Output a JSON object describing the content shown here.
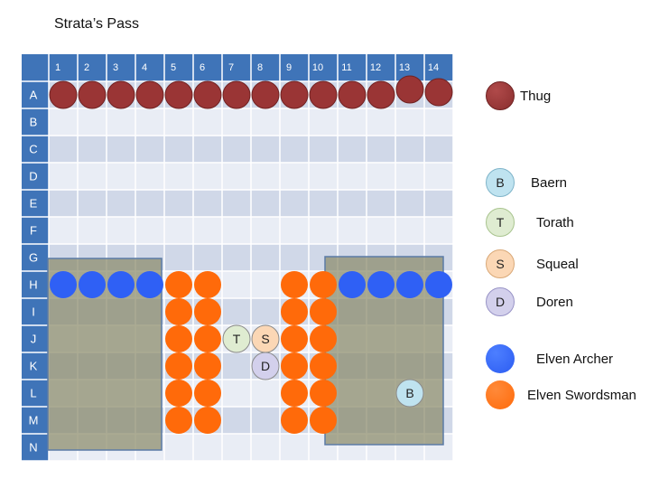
{
  "title": "Strata’s Pass",
  "columns": [
    "1",
    "2",
    "3",
    "4",
    "5",
    "6",
    "7",
    "8",
    "9",
    "10",
    "11",
    "12",
    "13",
    "14"
  ],
  "rows": [
    "A",
    "B",
    "C",
    "D",
    "E",
    "F",
    "G",
    "H",
    "I",
    "J",
    "K",
    "L",
    "M",
    "N"
  ],
  "colors": {
    "header_blue": "#3f74b8",
    "row_light": "#e9edf5",
    "row_dark": "#d0d8e8",
    "terrain": "#8b8b6a",
    "terrain_border": "#5b7ba6",
    "thug": "#9a3535",
    "elven_archer": "#2f60f5",
    "elven_swordsman": "#ff6a0a",
    "baern": "#bfe3f0",
    "torath": "#dfecd1",
    "squeal": "#fbd7b5",
    "doren": "#d3d0ec"
  },
  "tokens": {
    "thugs": [
      [
        0,
        0
      ],
      [
        1,
        0
      ],
      [
        2,
        0
      ],
      [
        3,
        0
      ],
      [
        4,
        0
      ],
      [
        5,
        0
      ],
      [
        6,
        0
      ],
      [
        7,
        0
      ],
      [
        8,
        0
      ],
      [
        9,
        0
      ],
      [
        10,
        0
      ],
      [
        11,
        0
      ],
      [
        12,
        -0.2
      ],
      [
        13,
        -0.1
      ]
    ],
    "archers": [
      [
        0,
        7
      ],
      [
        1,
        7
      ],
      [
        2,
        7
      ],
      [
        3,
        7
      ],
      [
        10,
        7
      ],
      [
        11,
        7
      ],
      [
        12,
        7
      ],
      [
        13,
        7
      ]
    ],
    "swordsmen": [
      [
        4,
        7
      ],
      [
        5,
        7
      ],
      [
        4,
        8
      ],
      [
        5,
        8
      ],
      [
        4,
        9
      ],
      [
        5,
        9
      ],
      [
        4,
        10
      ],
      [
        5,
        10
      ],
      [
        4,
        11
      ],
      [
        5,
        11
      ],
      [
        4,
        12
      ],
      [
        5,
        12
      ],
      [
        8,
        7
      ],
      [
        9,
        7
      ],
      [
        8,
        8
      ],
      [
        9,
        8
      ],
      [
        8,
        9
      ],
      [
        9,
        9
      ],
      [
        8,
        10
      ],
      [
        9,
        10
      ],
      [
        8,
        11
      ],
      [
        9,
        11
      ],
      [
        8,
        12
      ],
      [
        9,
        12
      ]
    ],
    "heroes": [
      {
        "letter": "T",
        "col": 6,
        "row": 9,
        "key": "torath"
      },
      {
        "letter": "S",
        "col": 7,
        "row": 9,
        "key": "squeal"
      },
      {
        "letter": "D",
        "col": 7,
        "row": 10,
        "key": "doren"
      },
      {
        "letter": "B",
        "col": 12,
        "row": 11,
        "key": "baern"
      }
    ]
  },
  "legend": {
    "thug": {
      "label": "Thug"
    },
    "baern": {
      "letter": "B",
      "label": "Baern"
    },
    "torath": {
      "letter": "T",
      "label": "Torath"
    },
    "squeal": {
      "letter": "S",
      "label": "Squeal"
    },
    "doren": {
      "letter": "D",
      "label": "Doren"
    },
    "archer": {
      "label": "Elven Archer"
    },
    "swordsman": {
      "label": "Elven Swordsman"
    }
  }
}
